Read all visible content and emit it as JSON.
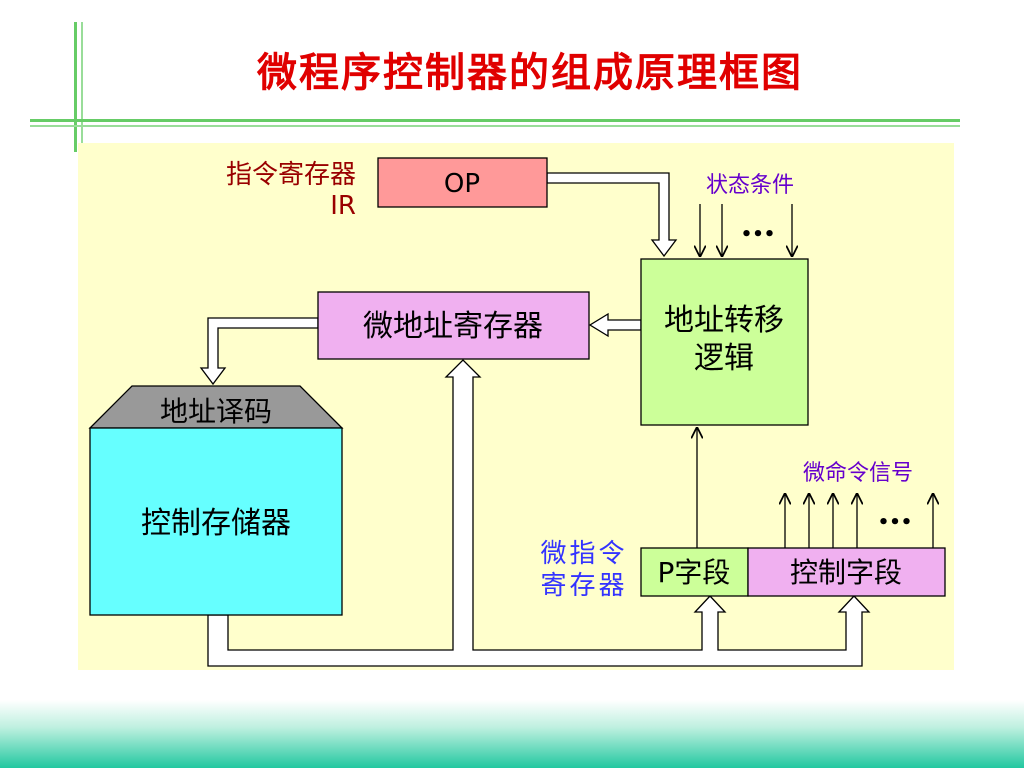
{
  "title": "微程序控制器的组成原理框图",
  "ir": {
    "label_cn": "指令寄存器",
    "label_en": "IR",
    "op": "OP"
  },
  "status_conditions": "状态条件",
  "address_logic": {
    "line1": "地址转移",
    "line2": "逻辑"
  },
  "micro_address_register": "微地址寄存器",
  "address_decoder": "地址译码",
  "control_memory": "控制存储器",
  "micro_command_signals": "微命令信号",
  "micro_instruction_register": {
    "line1": "微指令",
    "line2": "寄存器"
  },
  "p_field": "P字段",
  "control_field": "控制字段",
  "ellipsis": "•••",
  "colors": {
    "title": "#e00000",
    "panel_bg": "#ffffcc",
    "op_box": "#ff9999",
    "logic_box": "#ccff99",
    "mar_box": "#f0b0f0",
    "memory_box": "#66ffff",
    "decoder_trap": "#999999",
    "ir_label": "#990000",
    "purple_label": "#6600cc",
    "micro_reg_label": "#3333ff"
  }
}
